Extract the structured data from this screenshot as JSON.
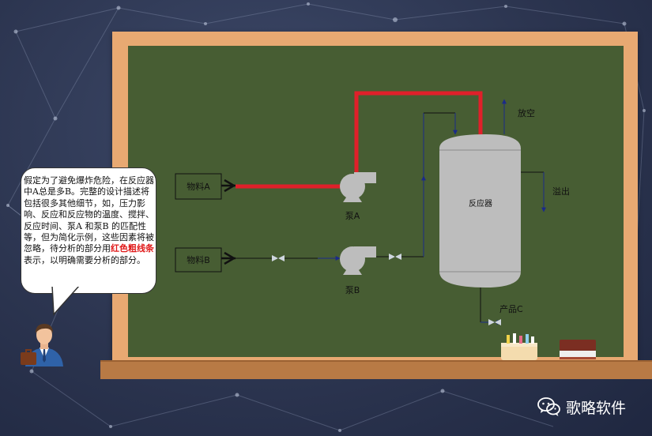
{
  "diagram": {
    "feed_a": "物料A",
    "feed_b": "物料B",
    "pump_a": "泵A",
    "pump_b": "泵B",
    "reactor": "反应器",
    "vent": "放空",
    "overflow": "溢出",
    "product": "产品C"
  },
  "bubble": {
    "text_main": "假定为了避免爆炸危险，在反应器中A总是多B。完整的设计描述将包括很多其他细节，如，压力影响、反应和反应物的温度、搅拌、反应时间、泵A 和泵B 的匹配性等，但为简化示例，这些因素将被忽略，待分析的部分用",
    "text_highlight": "红色粗线条",
    "text_tail": "表示，以明确需要分析的部分。"
  },
  "brand": {
    "name": "歌略软件",
    "icon": "wechat-icon"
  },
  "colors": {
    "board": "#475d33",
    "frame": "#e8a972",
    "highlight_line": "#e0202a",
    "reactor": "#bdbdbd",
    "flow_line": "#1b2a8a"
  }
}
